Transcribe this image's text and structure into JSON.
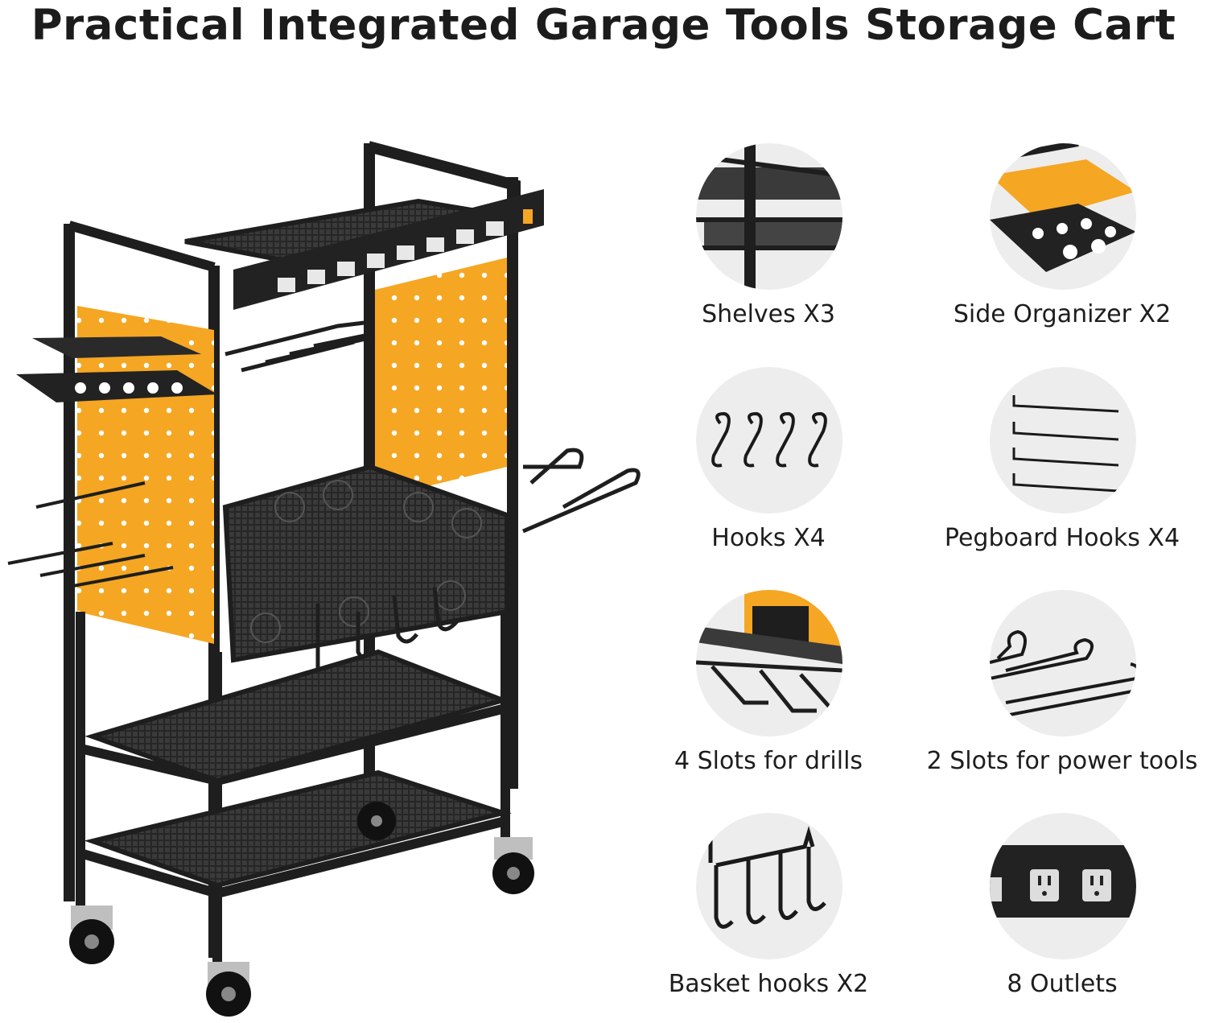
{
  "title": "Practical Integrated Garage Tools Storage Cart",
  "colors": {
    "accent": "#F5A623",
    "frame": "#1e1e1e",
    "circle": "#ededed"
  },
  "features": [
    {
      "label": "Shelves X3",
      "icon": "shelves-icon"
    },
    {
      "label": "Side Organizer X2",
      "icon": "side-organizer-icon"
    },
    {
      "label": "Hooks X4",
      "icon": "hooks-icon"
    },
    {
      "label": "Pegboard Hooks X4",
      "icon": "pegboard-hooks-icon"
    },
    {
      "label": "4 Slots for drills",
      "icon": "drill-slots-icon"
    },
    {
      "label": "2 Slots for power tools",
      "icon": "power-tool-slots-icon"
    },
    {
      "label": "Basket hooks X2",
      "icon": "basket-hooks-icon"
    },
    {
      "label": "8 Outlets",
      "icon": "outlets-icon"
    }
  ]
}
